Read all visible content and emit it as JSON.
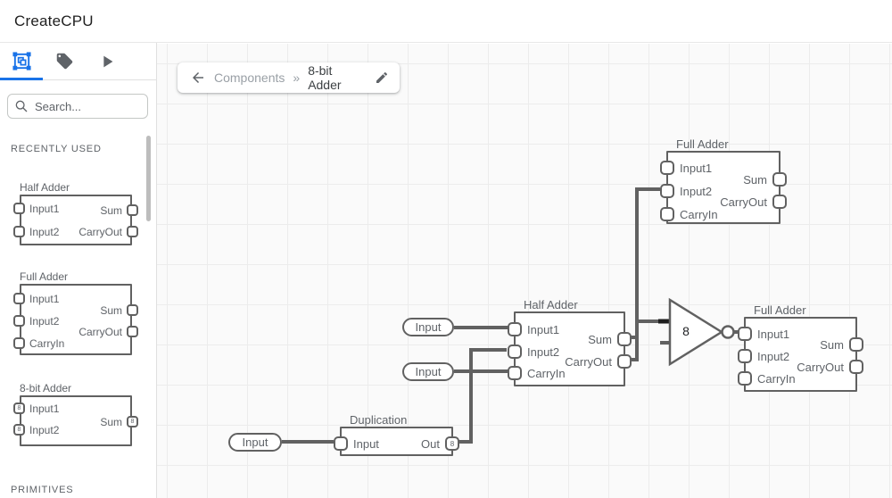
{
  "header": {
    "title": "CreateCPU"
  },
  "sidebar": {
    "tabs": {
      "components_icon": "components-icon",
      "tag_icon": "tag-icon",
      "run_icon": "play-icon"
    },
    "search_placeholder": "Search...",
    "recently_used_label": "RECENTLY USED",
    "primitives_label": "PRIMITIVES",
    "cards": [
      {
        "title": "Half Adder",
        "left_ports": [
          "Input1",
          "Input2"
        ],
        "right_ports": [
          "Sum",
          "CarryOut"
        ]
      },
      {
        "title": "Full Adder",
        "left_ports": [
          "Input1",
          "Input2",
          "CarryIn"
        ],
        "right_ports": [
          "Sum",
          "CarryOut"
        ]
      },
      {
        "title": "8-bit Adder",
        "left_ports": [
          "Input1",
          "Input2"
        ],
        "right_ports": [
          "Sum"
        ],
        "bus_width": "8"
      }
    ]
  },
  "breadcrumb": {
    "parent": "Components",
    "separator": "»",
    "current": "8-bit Adder"
  },
  "canvas": {
    "input_pills": [
      "Input",
      "Input",
      "Input"
    ],
    "duplication": {
      "title": "Duplication",
      "in_port": "Input",
      "out_port": "Out",
      "bus_width": "8"
    },
    "half_adder": {
      "title": "Half Adder",
      "left_ports": [
        "Input1",
        "Input2",
        "CarryIn"
      ],
      "right_ports": [
        "Sum",
        "CarryOut"
      ]
    },
    "full_adder_top": {
      "title": "Full Adder",
      "left_ports": [
        "Input1",
        "Input2",
        "CarryIn"
      ],
      "right_ports": [
        "Sum",
        "CarryOut"
      ]
    },
    "full_adder_right": {
      "title": "Full Adder",
      "left_ports": [
        "Input1",
        "Input2",
        "CarryIn"
      ],
      "right_ports": [
        "Sum",
        "CarryOut"
      ]
    },
    "buffer": {
      "label": "8"
    }
  },
  "colors": {
    "accent": "#1a73e8",
    "wire": "#616161",
    "wire_highlight": "#1f1f1f",
    "component_border": "#616161"
  }
}
